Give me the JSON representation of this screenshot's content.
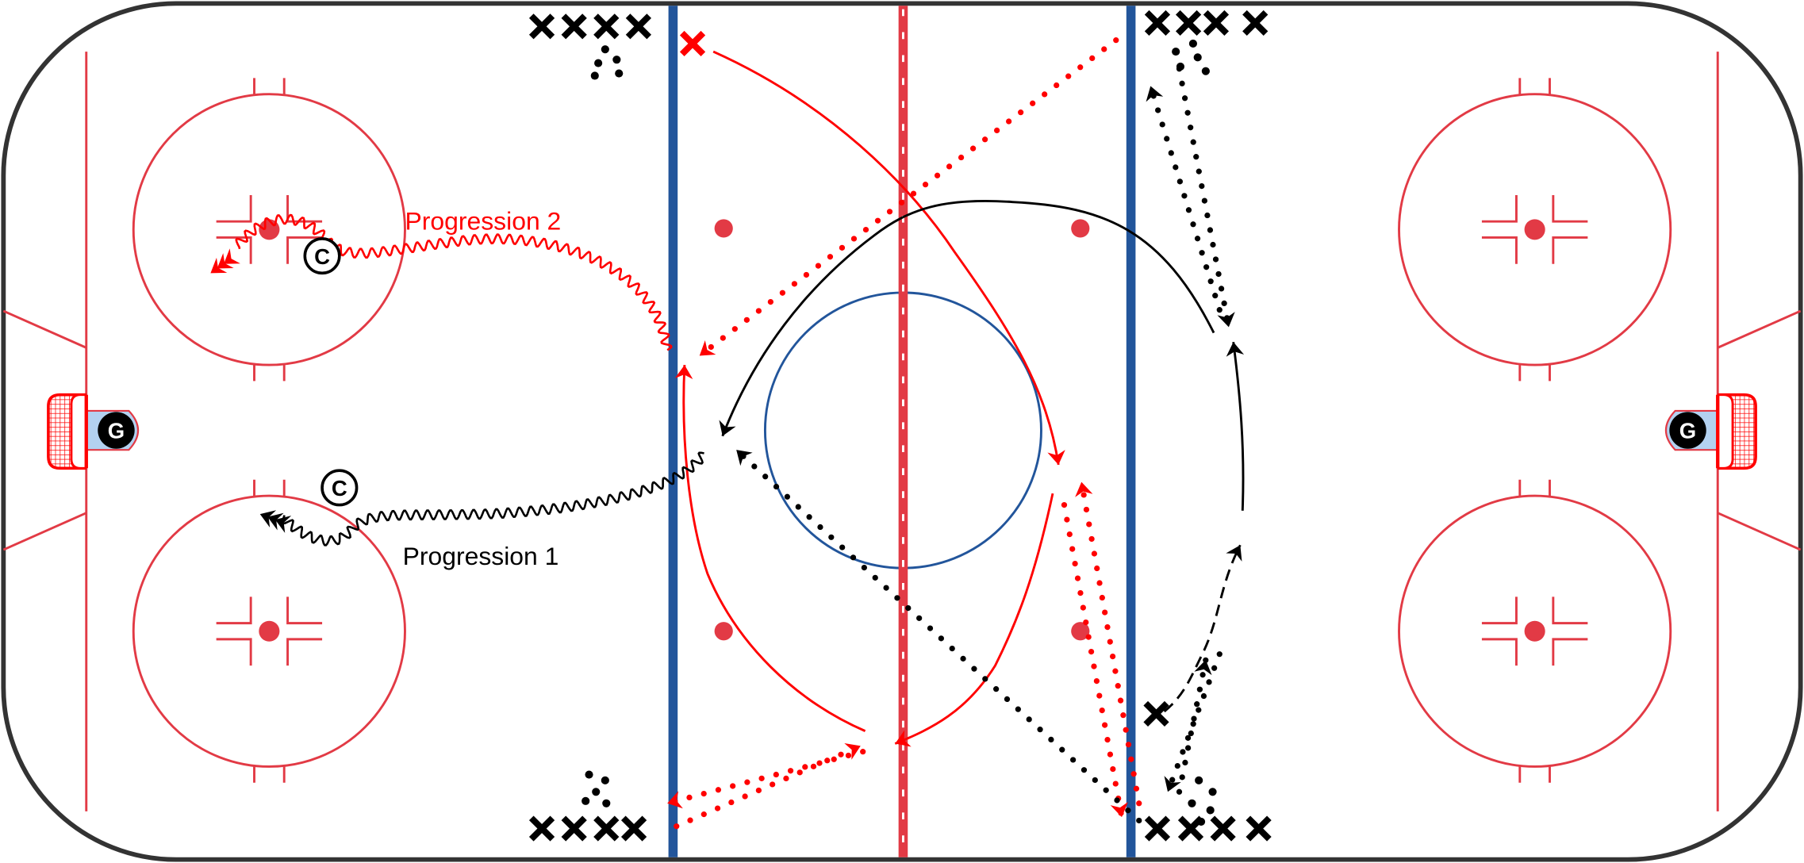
{
  "diagram": {
    "title": "Hockey drill rink diagram",
    "labels": {
      "progression_1": "Progression 1",
      "progression_2": "Progression 2"
    },
    "goalie_label": "G",
    "coach_label": "C",
    "colors": {
      "rink_red": "#e23a45",
      "rink_blue": "#22559b",
      "drill_red": "#ff0000",
      "drill_black": "#000000",
      "crease": "#b3d1f0"
    }
  }
}
